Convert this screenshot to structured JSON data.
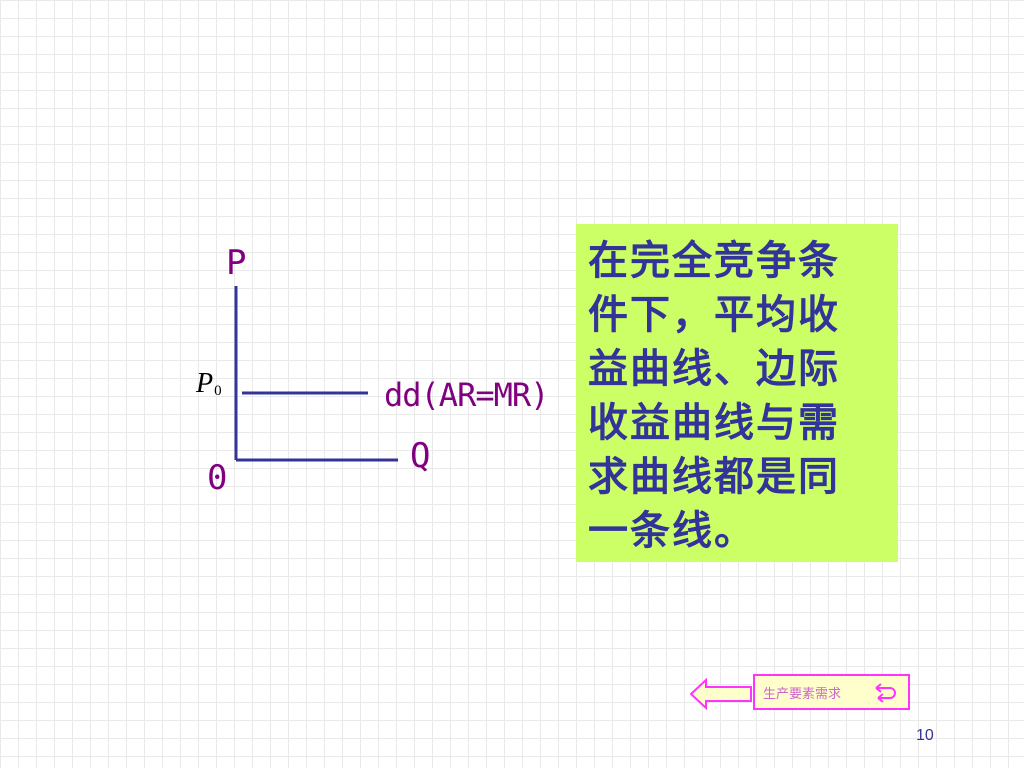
{
  "diagram": {
    "y_axis_label": "P",
    "x_axis_label": "Q",
    "origin_label": "0",
    "price_label": "P",
    "price_label_subscript": "0",
    "curve_label": "dd(AR=MR)",
    "axis_color": "#333399",
    "label_color": "#800080"
  },
  "note": {
    "text": "在完全竞争条件下，平均收益曲线、边际收益曲线与需求曲线都是同一条线。",
    "background": "#ccff66",
    "text_color": "#333399"
  },
  "nav": {
    "back_icon": "left-arrow-icon",
    "link_label": "生产要素需求",
    "return_icon": "return-arrow-icon"
  },
  "page_number": "10"
}
